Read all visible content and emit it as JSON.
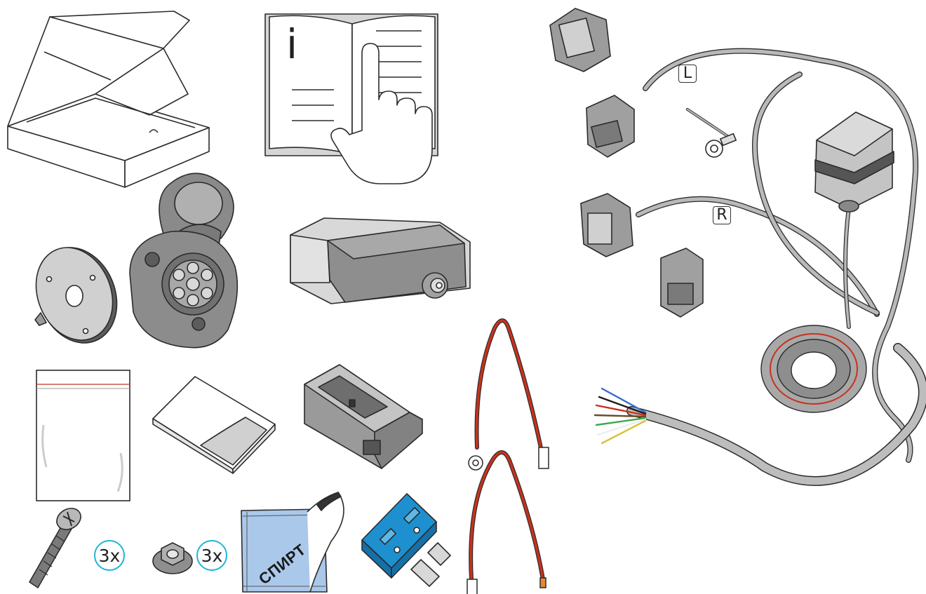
{
  "parts": {
    "box": "packaging-box",
    "manual": {
      "icon": "info-book-icon",
      "letter": "i"
    },
    "socket": "7-pin-trailer-socket",
    "seal": "socket-rubber-seal",
    "control_module": "electronic-control-module",
    "module_holder": "module-holder-bracket",
    "bag": "zip-bag",
    "adhesive_pads": "adhesive-pads",
    "harness": {
      "left_label": "L",
      "right_label": "R"
    },
    "red_wires": "red-jumper-wires",
    "screw": {
      "quantity_label": "3x"
    },
    "nut": {
      "quantity_label": "3x"
    },
    "alcohol_wipe": {
      "text": "СПИРТ",
      "color": "#aac8ea"
    },
    "fuse": {
      "color": "#1e90d0"
    }
  },
  "colors": {
    "outline": "#2b2b2b",
    "grey_part": "#9a9a9a",
    "light_grey": "#c8c8c8",
    "qty_ring": "#1fb6d8",
    "red_wire": "#c8321e"
  }
}
